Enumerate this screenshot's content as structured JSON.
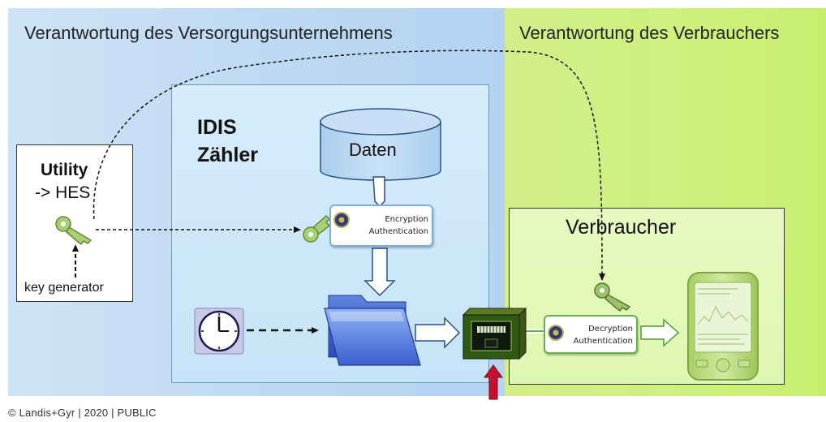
{
  "zones": {
    "utility_responsibility": "Verantwortung des Versorgungsunternehmens",
    "consumer_responsibility": "Verantwortung des Verbrauchers"
  },
  "meter": {
    "title": "IDIS\nZähler",
    "storage_label": "Daten"
  },
  "utility": {
    "title": "Utility",
    "subtitle": "-> HES",
    "key_generator": "key generator"
  },
  "consumer": {
    "title": "Verbraucher"
  },
  "encryption_card": {
    "text": "Encryption\nAuthentication"
  },
  "decryption_card": {
    "text": "Decryption\nAuthentication"
  },
  "footer": {
    "copyright": "© Landis+Gyr | 2020 | PUBLIC"
  },
  "colors": {
    "utility_zone": "#b9d7f3",
    "consumer_zone": "#cdf07c",
    "meter_box": "#d0e9fa",
    "storage_cylinder": "#b8d7f0",
    "key": "#9cc26a",
    "port": "#1f4e1f",
    "alert_arrow": "#c8102e"
  },
  "icons": [
    "key-icon",
    "database-icon",
    "folder-icon",
    "clock-icon",
    "network-port-icon",
    "smartphone-icon",
    "seal-icon"
  ]
}
